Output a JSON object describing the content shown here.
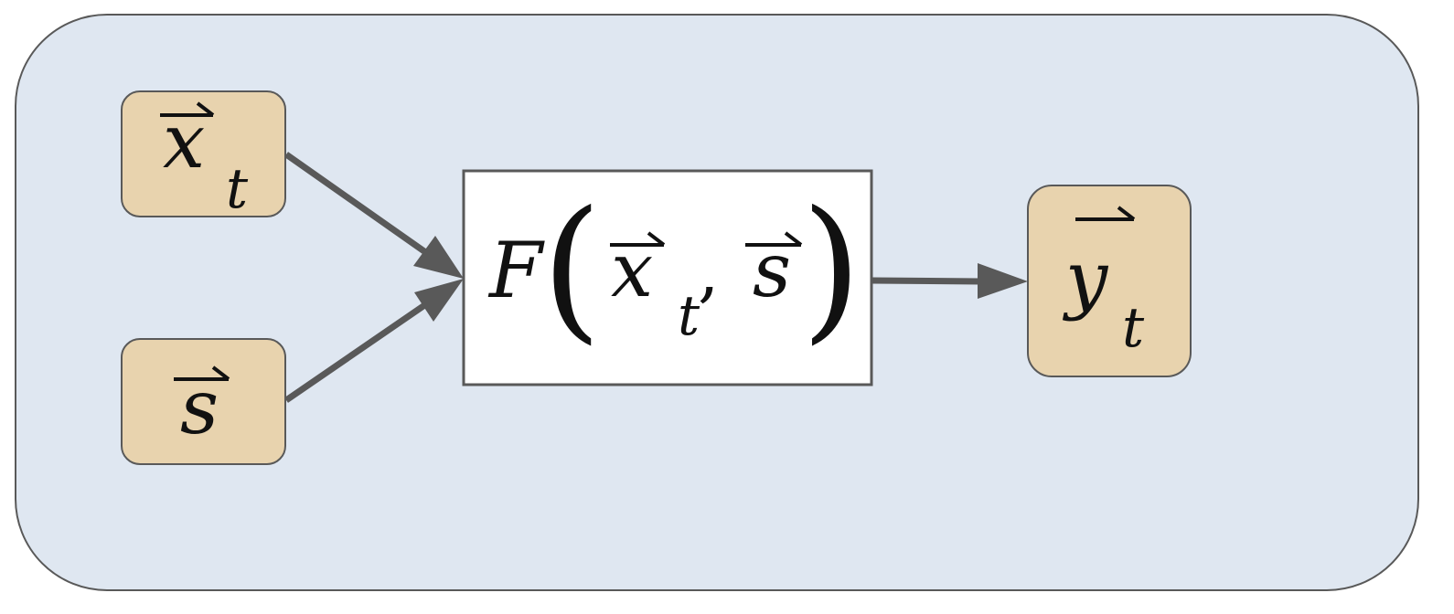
{
  "nodes": {
    "input_x": {
      "symbol": "x",
      "subscript": "t"
    },
    "input_s": {
      "symbol": "s"
    },
    "function": {
      "name": "F",
      "open_paren": "(",
      "arg1_symbol": "x",
      "arg1_subscript": "t",
      "sep": ",",
      "arg2_symbol": "s",
      "close_paren": ")"
    },
    "output_y": {
      "symbol": "y",
      "subscript": "t"
    }
  },
  "edges": [
    {
      "from": "input_x",
      "to": "function"
    },
    {
      "from": "input_s",
      "to": "function"
    },
    {
      "from": "function",
      "to": "output_y"
    }
  ],
  "colors": {
    "panel_fill": "#dfe7f1",
    "panel_stroke": "#595959",
    "node_fill": "#e8d3ae",
    "node_stroke": "#595959",
    "function_fill": "#ffffff",
    "function_stroke": "#595959",
    "arrow": "#595959",
    "text": "#111111"
  }
}
